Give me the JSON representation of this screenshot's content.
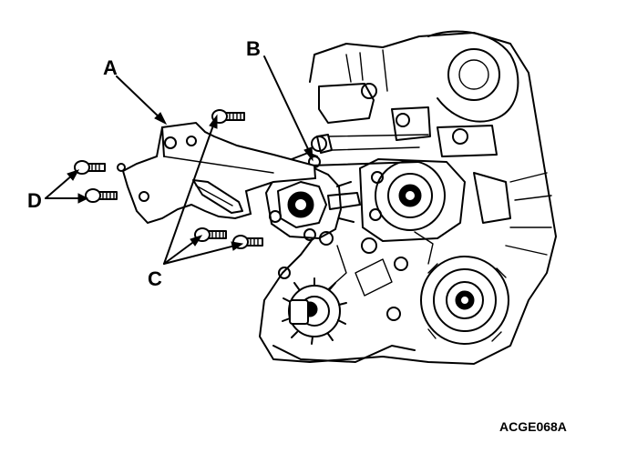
{
  "callouts": {
    "a": "A",
    "b": "B",
    "c": "C",
    "d": "D"
  },
  "figure_code": "ACGE068A"
}
